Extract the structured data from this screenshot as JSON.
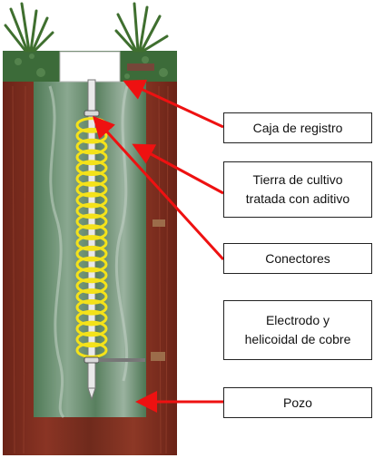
{
  "diagram": {
    "labels": {
      "caja": "Caja de registro",
      "tierra_1": "Tierra de cultivo",
      "tierra_2": "tratada con aditivo",
      "conectores": "Conectores",
      "electrodo_1": "Electrodo y",
      "electrodo_2": "helicoidal de cobre",
      "pozo": "Pozo"
    },
    "colors": {
      "soil": "#7a2b1e",
      "fill": "#5f8a63",
      "grass": "#3c6b39",
      "coil": "#f4e21a",
      "rod": "#e9e9e9",
      "arrow": "#ee1111"
    }
  }
}
